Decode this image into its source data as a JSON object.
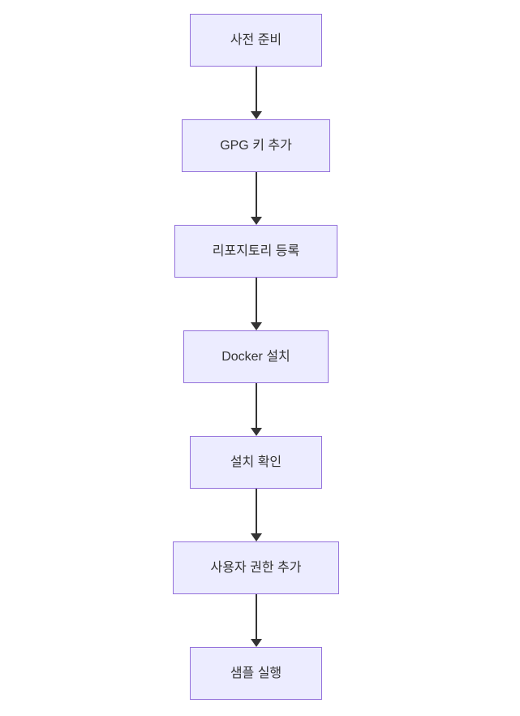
{
  "diagram": {
    "type": "flowchart",
    "direction": "top-to-bottom",
    "colors": {
      "background": "#ffffff",
      "node_fill": "#ececff",
      "node_border": "#9370db",
      "node_text": "#333333",
      "arrow": "#333333"
    }
  },
  "nodes": [
    {
      "label": "사전 준비"
    },
    {
      "label": "GPG 키 추가"
    },
    {
      "label": "리포지토리 등록"
    },
    {
      "label": "Docker 설치"
    },
    {
      "label": "설치 확인"
    },
    {
      "label": "사용자 권한 추가"
    },
    {
      "label": "샘플 실행"
    }
  ],
  "edges": [
    {
      "from": "사전 준비",
      "to": "GPG 키 추가"
    },
    {
      "from": "GPG 키 추가",
      "to": "리포지토리 등록"
    },
    {
      "from": "리포지토리 등록",
      "to": "Docker 설치"
    },
    {
      "from": "Docker 설치",
      "to": "설치 확인"
    },
    {
      "from": "설치 확인",
      "to": "사용자 권한 추가"
    },
    {
      "from": "사용자 권한 추가",
      "to": "샘플 실행"
    }
  ]
}
